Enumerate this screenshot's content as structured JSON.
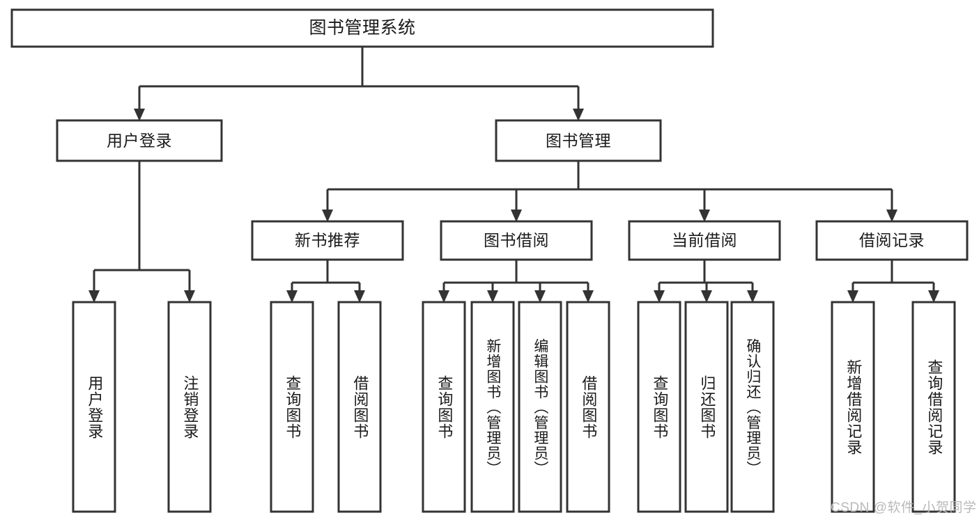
{
  "diagram": {
    "title": "图书管理系统",
    "type": "tree-hierarchy",
    "watermark": "CSDN @软件_小贺同学",
    "colors": {
      "stroke": "#333333",
      "fill": "#ffffff",
      "text": "#1a1a1a",
      "watermark": "#b9b9b9"
    },
    "root": {
      "label": "图书管理系统"
    },
    "level2": [
      {
        "label": "用户登录"
      },
      {
        "label": "图书管理"
      }
    ],
    "level3": [
      {
        "label": "新书推荐"
      },
      {
        "label": "图书借阅"
      },
      {
        "label": "当前借阅"
      },
      {
        "label": "借阅记录"
      }
    ],
    "leaves": {
      "user_login": [
        {
          "label": "用户登录"
        },
        {
          "label": "注销登录"
        }
      ],
      "new_book_recommend": [
        {
          "label": "查询图书"
        },
        {
          "label": "借阅图书"
        }
      ],
      "book_borrow": [
        {
          "label": "查询图书"
        },
        {
          "label": "新增图书（管理员）"
        },
        {
          "label": "编辑图书（管理员）"
        },
        {
          "label": "借阅图书"
        }
      ],
      "current_borrow": [
        {
          "label": "查询图书"
        },
        {
          "label": "归还图书"
        },
        {
          "label": "确认归还（管理员）"
        }
      ],
      "borrow_record": [
        {
          "label": "新增借阅记录"
        },
        {
          "label": "查询借阅记录"
        }
      ]
    }
  }
}
